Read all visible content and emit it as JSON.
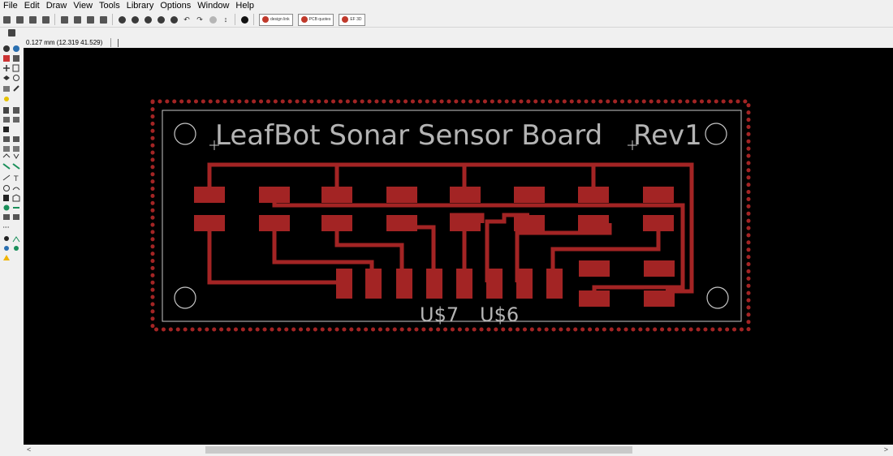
{
  "menu": [
    "File",
    "Edit",
    "Draw",
    "View",
    "Tools",
    "Library",
    "Options",
    "Window",
    "Help"
  ],
  "toolbar": {
    "shortcuts": [
      "design link",
      "PCB quotes",
      "EF 3D"
    ]
  },
  "coord_readout": "0.127 mm (12.319 41.529)",
  "board": {
    "title": "LeafBot Sonar Sensor Board",
    "revision": "Rev1",
    "labels": [
      "U$7",
      "U$6"
    ]
  },
  "colors": {
    "canvas": "#000000",
    "copper": "#a32424",
    "silkscreen": "#b4b4b4",
    "outline": "#c8c8c8"
  }
}
